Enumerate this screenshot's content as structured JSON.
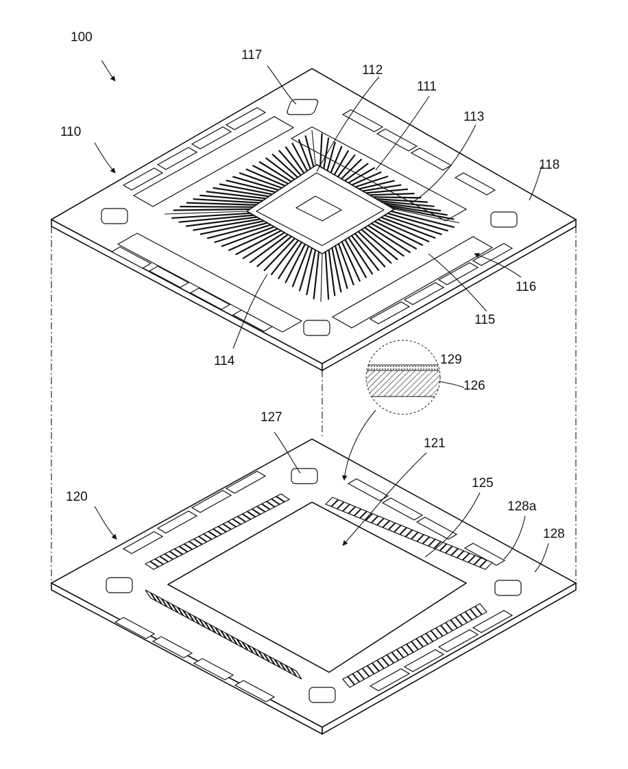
{
  "labels": {
    "l100": "100",
    "l110": "110",
    "l111": "111",
    "l112": "112",
    "l113": "113",
    "l114": "114",
    "l115": "115",
    "l116": "116",
    "l117": "117",
    "l118": "118",
    "l120": "120",
    "l121": "121",
    "l125": "125",
    "l126": "126",
    "l127": "127",
    "l128": "128",
    "l128a": "128a",
    "l129": "129"
  }
}
